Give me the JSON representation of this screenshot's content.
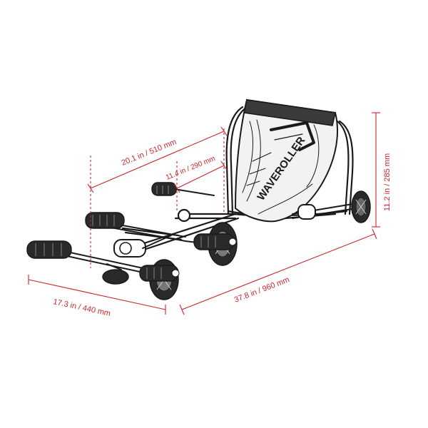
{
  "colors": {
    "dimension": "#c8262b",
    "ink": "#1a1a1a",
    "background": "#ffffff"
  },
  "illustration": {
    "seat_logo_text": "WAVEROLLER"
  },
  "dimensions": {
    "seat_width": "20.1 in / 510 mm",
    "axle_gap": "11.4 in / 290 mm",
    "height": "11.2 in / 285 mm",
    "front_width": "17.3 in / 440 mm",
    "total_length": "37.8 in / 960 mm"
  }
}
